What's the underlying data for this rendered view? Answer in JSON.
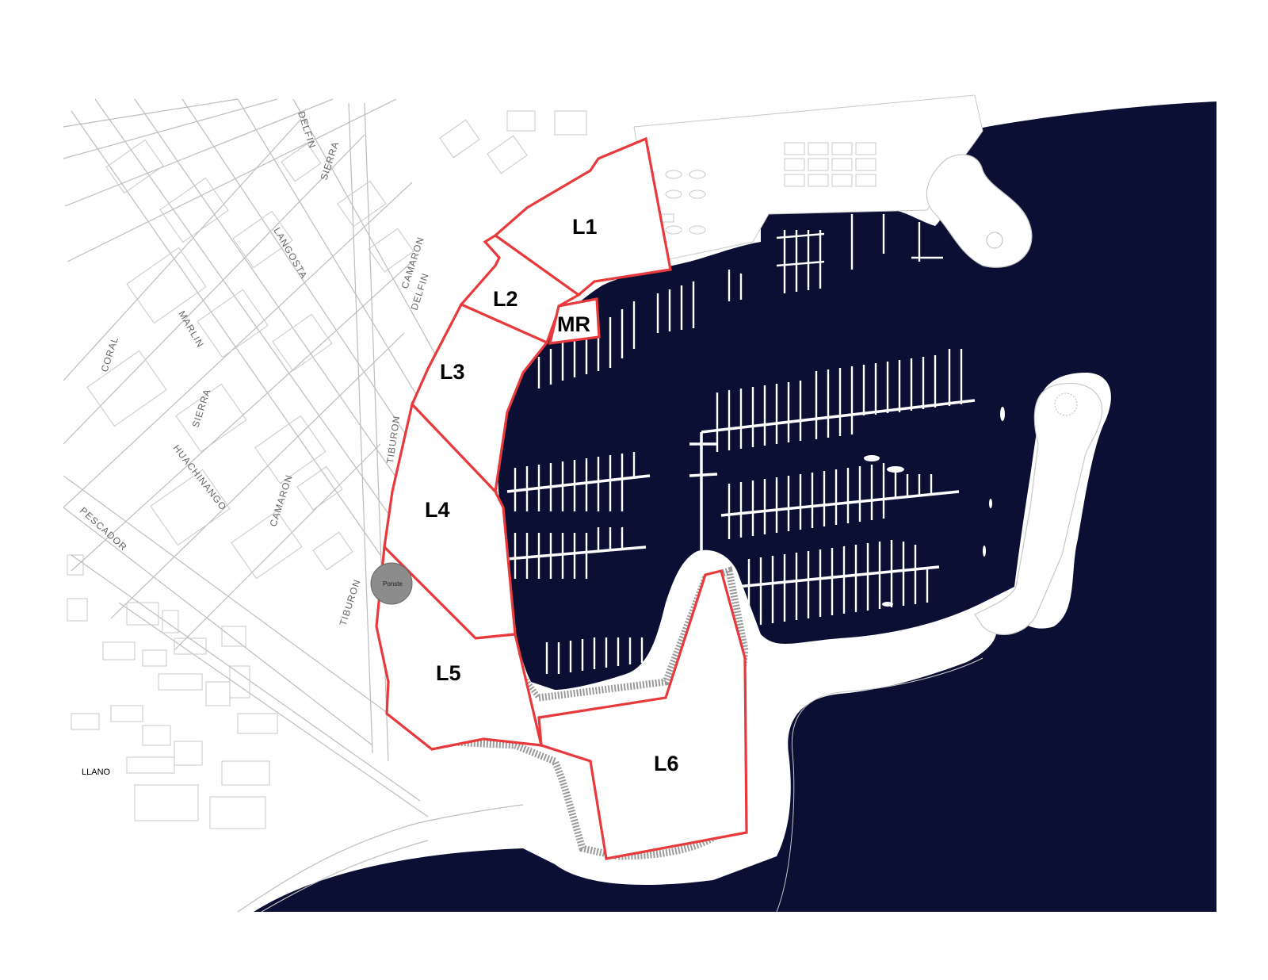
{
  "colors": {
    "water": "#0b0f33",
    "lot_outline": "#e8393c",
    "streets": "#bdbdbd",
    "marker": "#8c8c8c"
  },
  "lots": [
    {
      "id": "L1",
      "label": "L1"
    },
    {
      "id": "L2",
      "label": "L2"
    },
    {
      "id": "MR",
      "label": "MR"
    },
    {
      "id": "L3",
      "label": "L3"
    },
    {
      "id": "L4",
      "label": "L4"
    },
    {
      "id": "L5",
      "label": "L5"
    },
    {
      "id": "L6",
      "label": "L6"
    }
  ],
  "streets": {
    "delfin_top": "DELFIN",
    "sierra_top": "SIERRA",
    "langosta": "LANGOSTA",
    "camaron_top": "CAMARON",
    "delfin_mid": "DELFIN",
    "marlin": "MARLIN",
    "coral": "CORAL",
    "sierra_mid": "SIERRA",
    "huachinango": "HUACHINANGO",
    "camaron_mid": "CAMARON",
    "tiburon_top": "TIBURON",
    "tiburon_bottom": "TIBURON",
    "pescador": "PESCADOR",
    "llano": "LLANO"
  },
  "marker": {
    "label": "Ponste",
    "icon": "circle-marker-icon"
  }
}
